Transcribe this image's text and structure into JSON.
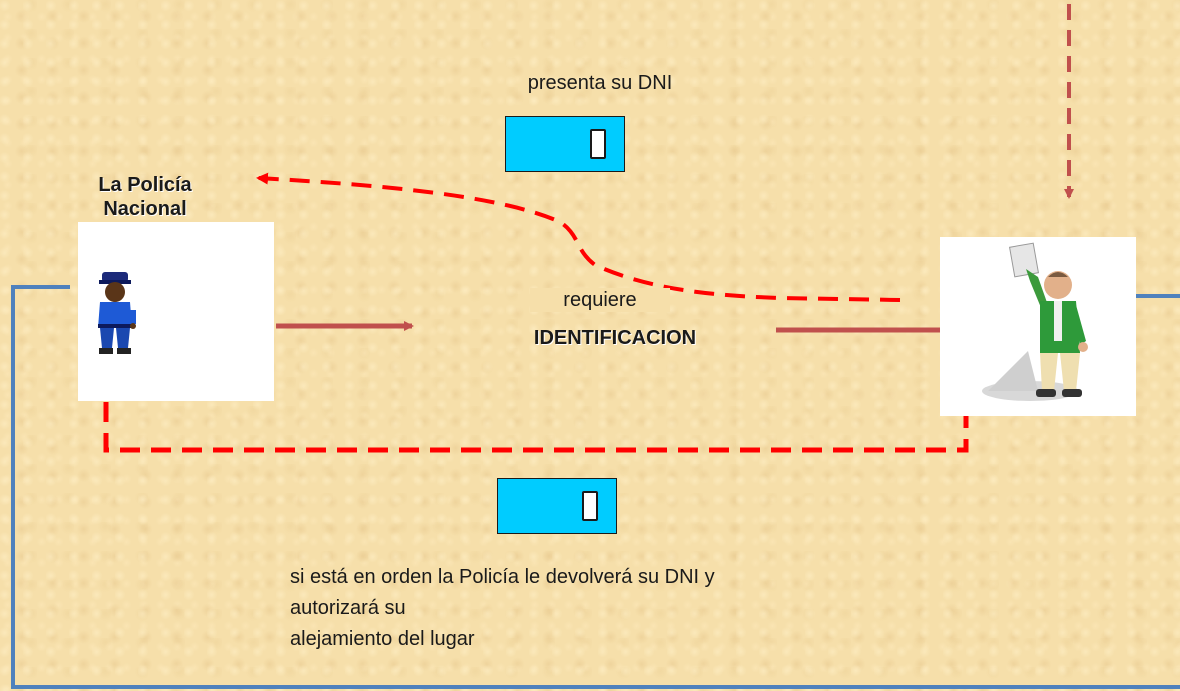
{
  "labels": {
    "presenta": "presenta su DNI",
    "policia_line1": "La Policía",
    "policia_line2": "Nacional",
    "requiere": "requiere",
    "identificacion": "IDENTIFICACION",
    "retorno_line1": "si está en orden la Policía le devolverá  su DNI y",
    "retorno_line2": "autorizará su",
    "retorno_line3": "alejamiento del lugar"
  },
  "icons": {
    "officer": "police-officer-icon",
    "citizen": "citizen-with-document-icon",
    "id_card": "dni-card-icon"
  },
  "colors": {
    "background": "#f6dfaa",
    "arrow_solid": "#c0504d",
    "arrow_dashed_red": "#ff0000",
    "arrow_dashed_brown": "#c0504d",
    "frame_blue": "#4f81bd",
    "card_cyan": "#00ccff"
  }
}
